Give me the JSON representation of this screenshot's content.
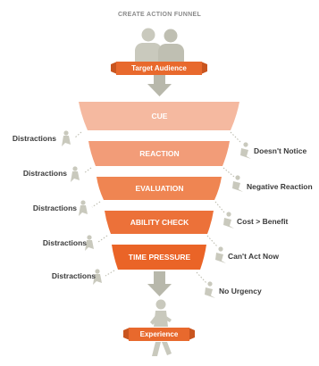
{
  "title": "CREATE ACTION FUNNEL",
  "top_banner": {
    "label": "Target Audience"
  },
  "bottom_banner": {
    "label": "Experience"
  },
  "stages": [
    {
      "label": "CUE",
      "left_label": "Distractions",
      "right_label": "Doesn't Notice"
    },
    {
      "label": "REACTION",
      "left_label": "Distractions",
      "right_label": "Negative Reaction"
    },
    {
      "label": "EVALUATION",
      "left_label": "Distractions",
      "right_label": "Cost > Benefit"
    },
    {
      "label": "ABILITY CHECK",
      "left_label": "Distractions",
      "right_label": "Can't Act Now"
    },
    {
      "label": "TIME PRESSURE",
      "left_label": "Distractions",
      "right_label": "No Urgency"
    }
  ],
  "colors": {
    "stage_fills": [
      "#f5b9a0",
      "#f29c78",
      "#ef8552",
      "#ec7139",
      "#ea6427"
    ],
    "banner": "#e8692d",
    "figure": "#c9c9bd",
    "arrow": "#b8b8ab",
    "text": "#3a3a3a",
    "title": "#8a8a8a"
  }
}
